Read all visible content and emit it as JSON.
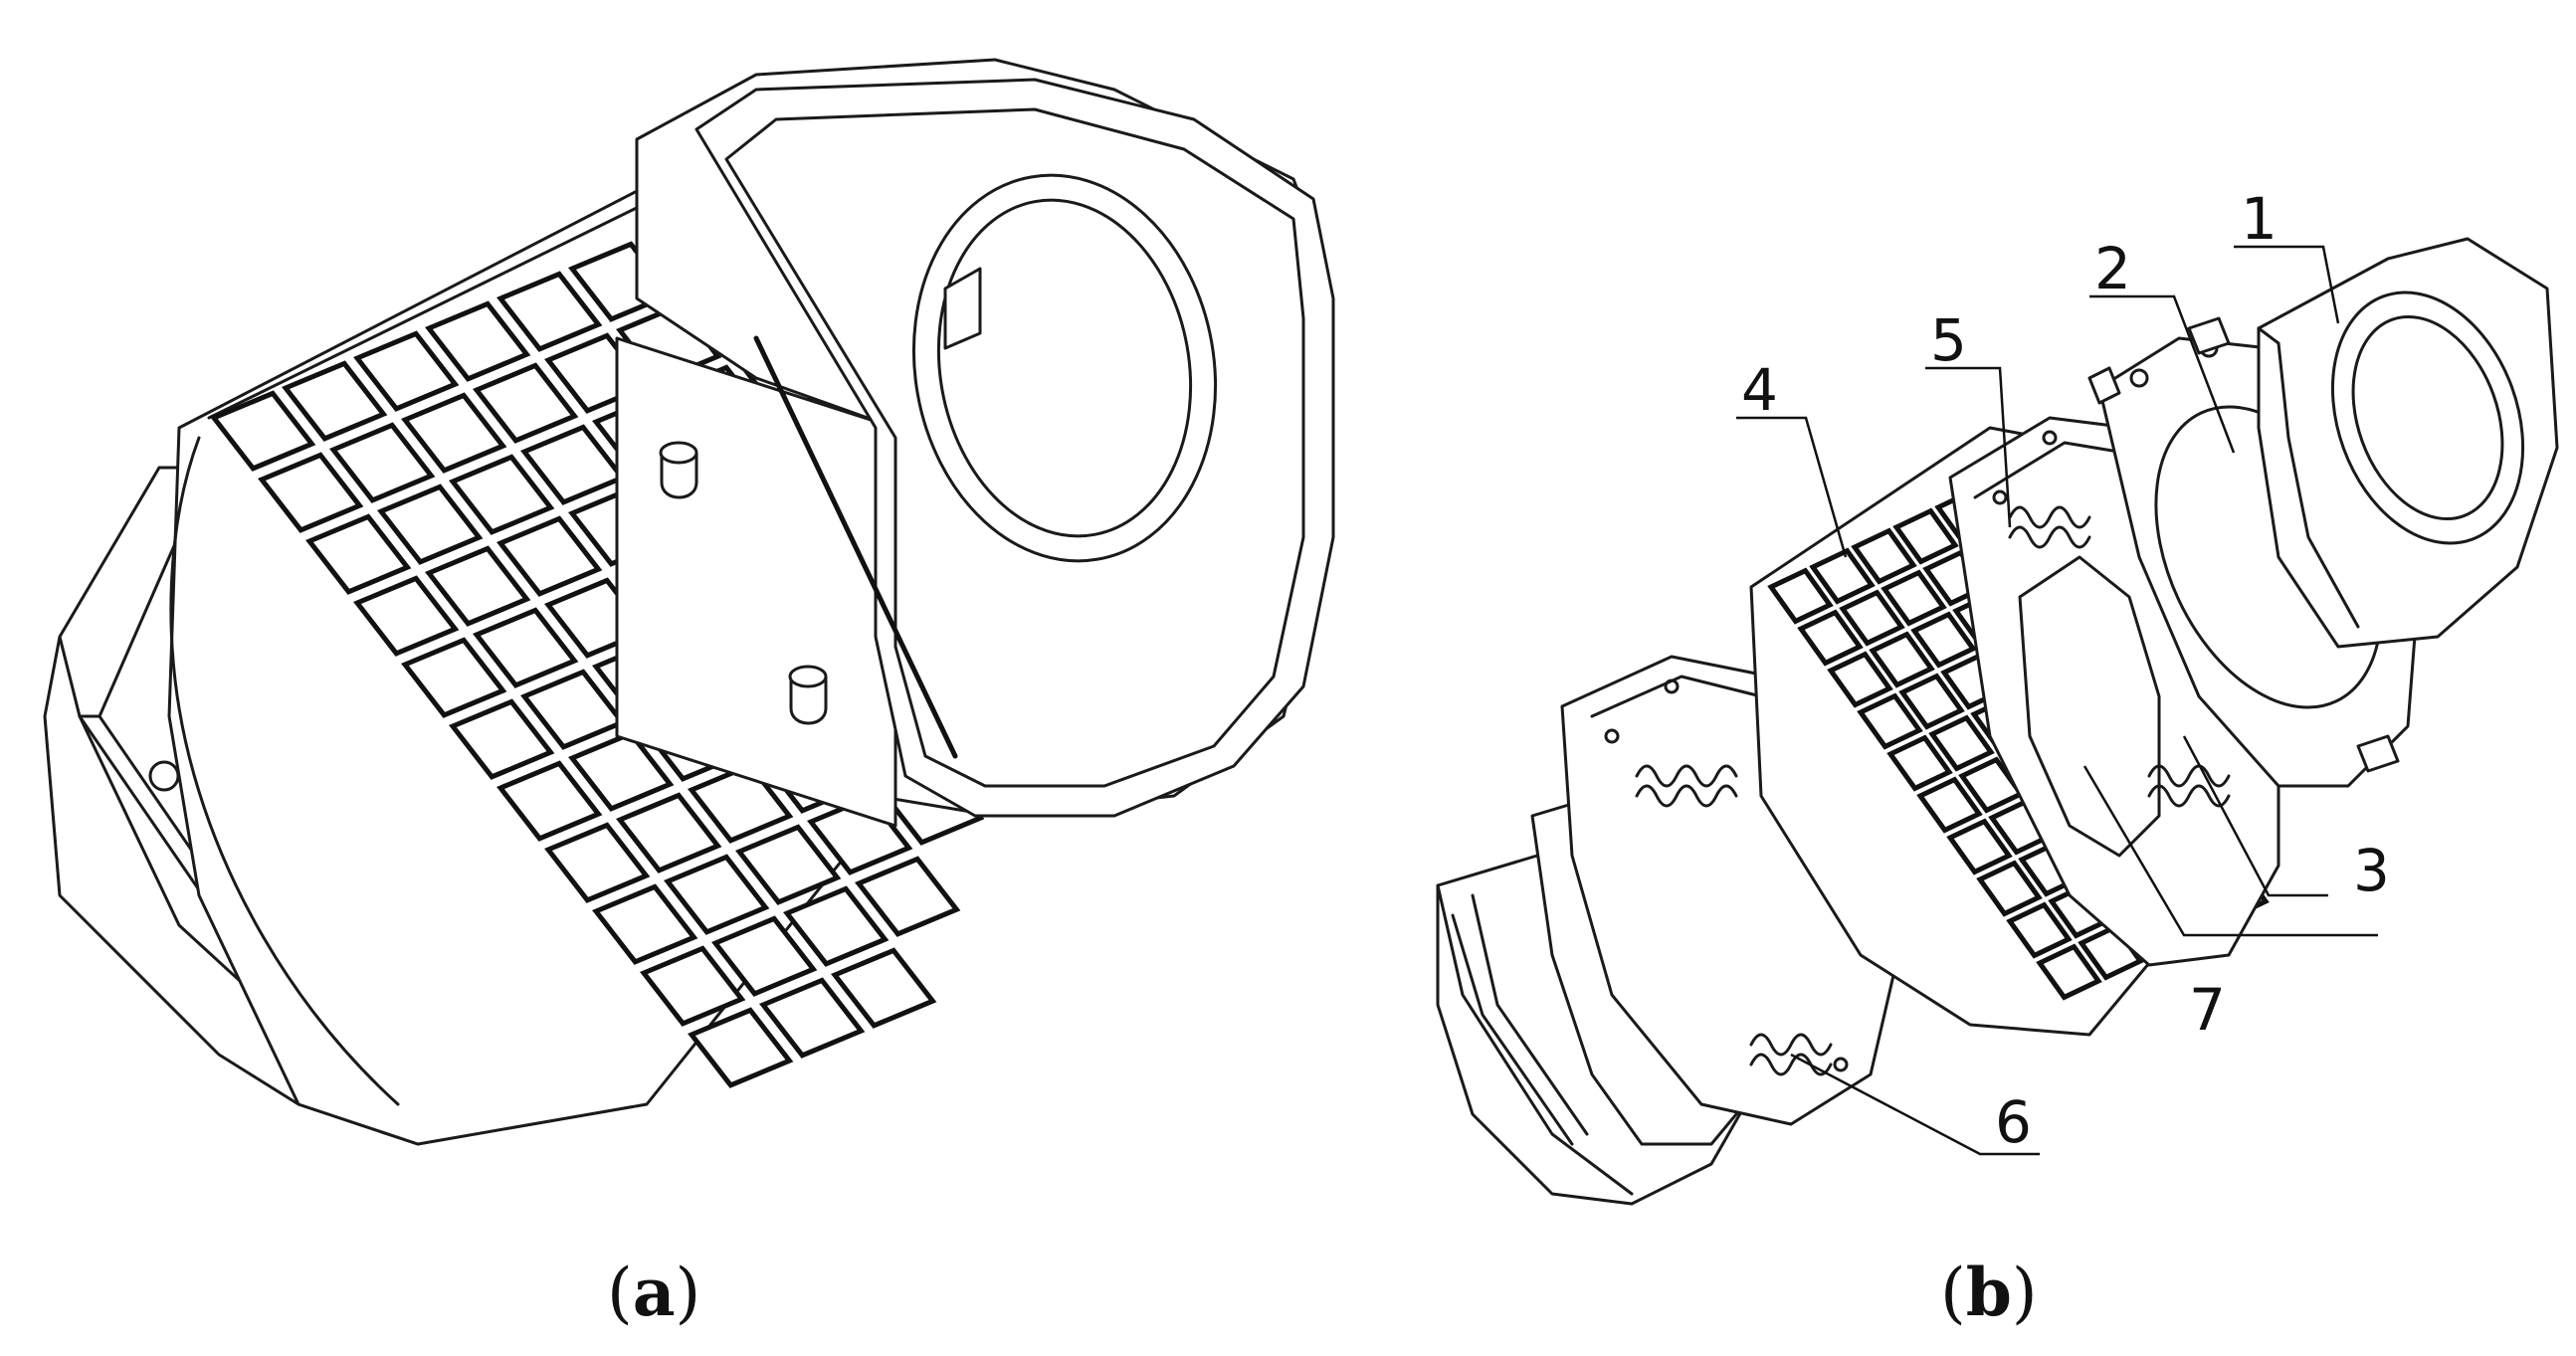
{
  "figure": {
    "panels": [
      {
        "id": "a",
        "label_open": "(",
        "label_letter": "a",
        "label_close": ")"
      },
      {
        "id": "b",
        "label_open": "(",
        "label_letter": "b",
        "label_close": ")"
      }
    ],
    "callouts": [
      "1",
      "2",
      "3",
      "4",
      "5",
      "6",
      "7"
    ]
  }
}
